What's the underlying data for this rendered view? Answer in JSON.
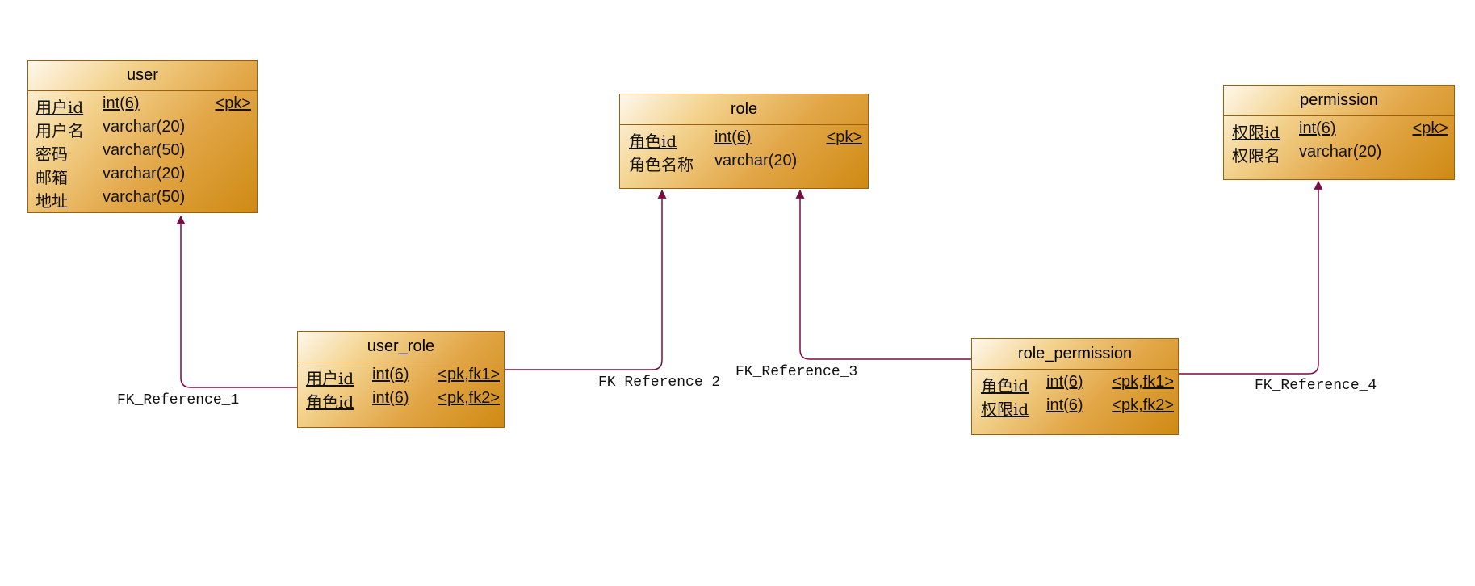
{
  "colors": {
    "link": "#7a0a44",
    "entity_border": "#9c5f0e"
  },
  "entities": {
    "user": {
      "title": "user",
      "columns": [
        {
          "name": "用户id",
          "type": "int(6)",
          "key": "<pk>",
          "underline": true
        },
        {
          "name": "用户名",
          "type": "varchar(20)",
          "key": "",
          "underline": false
        },
        {
          "name": "密码",
          "type": "varchar(50)",
          "key": "",
          "underline": false
        },
        {
          "name": "邮箱",
          "type": "varchar(20)",
          "key": "",
          "underline": false
        },
        {
          "name": "地址",
          "type": "varchar(50)",
          "key": "",
          "underline": false
        }
      ]
    },
    "role": {
      "title": "role",
      "columns": [
        {
          "name": "角色id",
          "type": "int(6)",
          "key": "<pk>",
          "underline": true
        },
        {
          "name": "角色名称",
          "type": "varchar(20)",
          "key": "",
          "underline": false
        }
      ]
    },
    "permission": {
      "title": "permission",
      "columns": [
        {
          "name": "权限id",
          "type": "int(6)",
          "key": "<pk>",
          "underline": true
        },
        {
          "name": "权限名",
          "type": "varchar(20)",
          "key": "",
          "underline": false
        }
      ]
    },
    "user_role": {
      "title": "user_role",
      "columns": [
        {
          "name": "用户id",
          "type": "int(6)",
          "key": "<pk,fk1>",
          "underline": true
        },
        {
          "name": "角色id",
          "type": "int(6)",
          "key": "<pk,fk2>",
          "underline": true
        }
      ]
    },
    "role_permission": {
      "title": "role_permission",
      "columns": [
        {
          "name": "角色id",
          "type": "int(6)",
          "key": "<pk,fk1>",
          "underline": true
        },
        {
          "name": "权限id",
          "type": "int(6)",
          "key": "<pk,fk2>",
          "underline": true
        }
      ]
    }
  },
  "references": [
    {
      "label": "FK_Reference_1",
      "from": "user_role",
      "to": "user"
    },
    {
      "label": "FK_Reference_2",
      "from": "user_role",
      "to": "role"
    },
    {
      "label": "FK_Reference_3",
      "from": "role_permission",
      "to": "role"
    },
    {
      "label": "FK_Reference_4",
      "from": "role_permission",
      "to": "permission"
    }
  ]
}
